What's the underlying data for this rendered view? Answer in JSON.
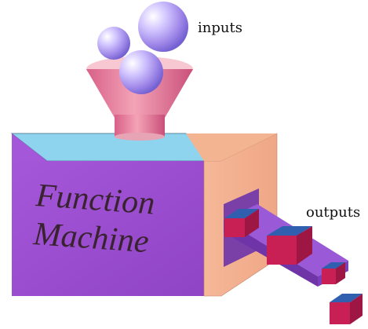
{
  "diagram": {
    "box_title_line1": "Function",
    "box_title_line2": "Machine",
    "inputs_label": "inputs",
    "outputs_label": "outputs"
  },
  "colors": {
    "box_front": "#9b4fd0",
    "box_top": "#8fd4ee",
    "box_side": "#f3b492",
    "funnel": "#e77a95",
    "sphere": "#b7a6f0",
    "cube_front": "#c81f54",
    "cube_top": "#2f5fae",
    "conveyor": "#8b4fc9"
  }
}
